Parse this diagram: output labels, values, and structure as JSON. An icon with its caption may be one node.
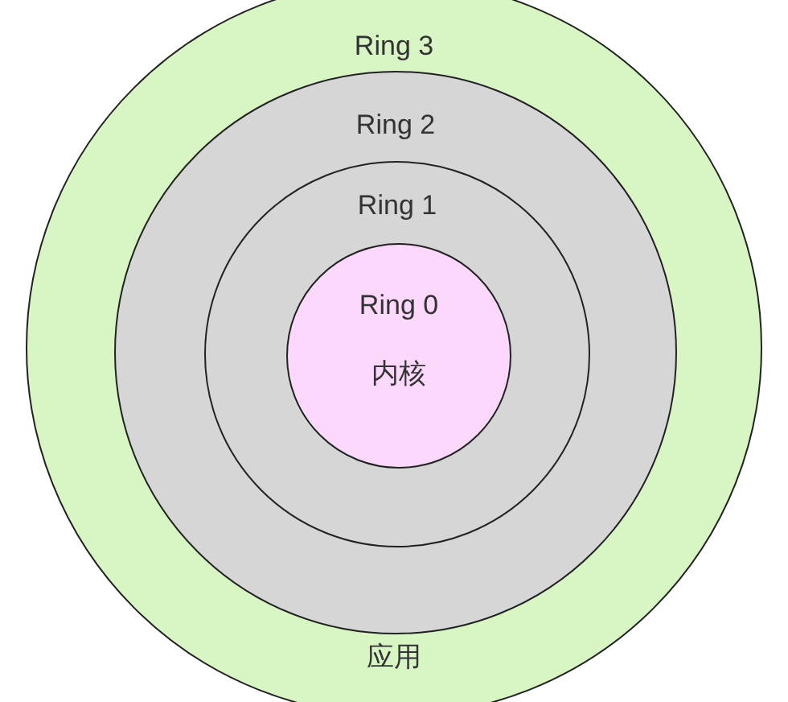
{
  "diagram": {
    "nodes": [
      {
        "text": [
          "Ring 3",
          "应用"
        ]
      },
      {
        "text": [
          "Ring 2"
        ],
        "in": 0
      },
      {
        "text": [
          "Ring 1"
        ],
        "in": 1
      },
      {
        "text": [
          "Ring 0",
          "内核"
        ],
        "in": 2
      }
    ]
  }
}
